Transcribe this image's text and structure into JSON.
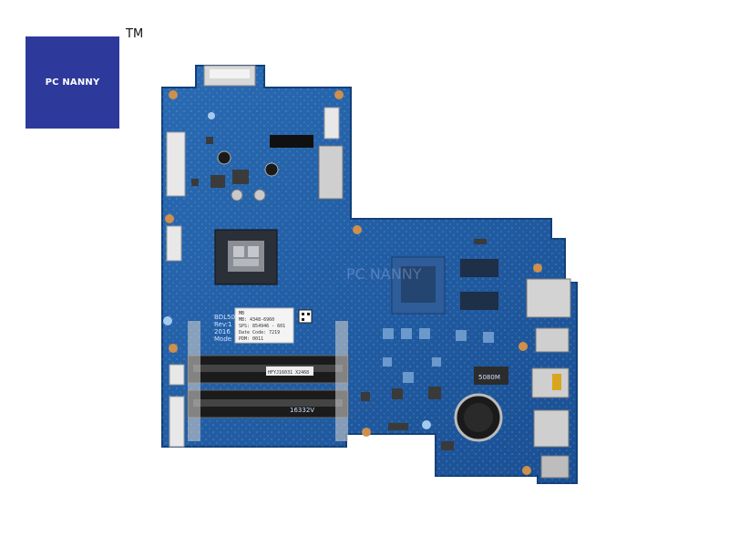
{
  "brand": {
    "logo_text": "PC NANNY",
    "trademark": "TM",
    "logo_color": "#2d3a9c"
  },
  "board": {
    "pcb_color": "#1f5fa6",
    "sticker": {
      "line1": "MB",
      "line2": "MB: 4348-6960",
      "line3": "SPS: 854946 - 601",
      "line4": "Date Code: 7219",
      "line5": "PDM: 0011"
    },
    "silkscreen": {
      "model": "BDL50",
      "rev": "Rev:1",
      "year": "2016",
      "mode": "Mode"
    },
    "watermark": "PC NANNY",
    "chip_label_1": "5080M",
    "ram_label": "16332V",
    "barcode_label": "HFYJ16031 X2468"
  }
}
